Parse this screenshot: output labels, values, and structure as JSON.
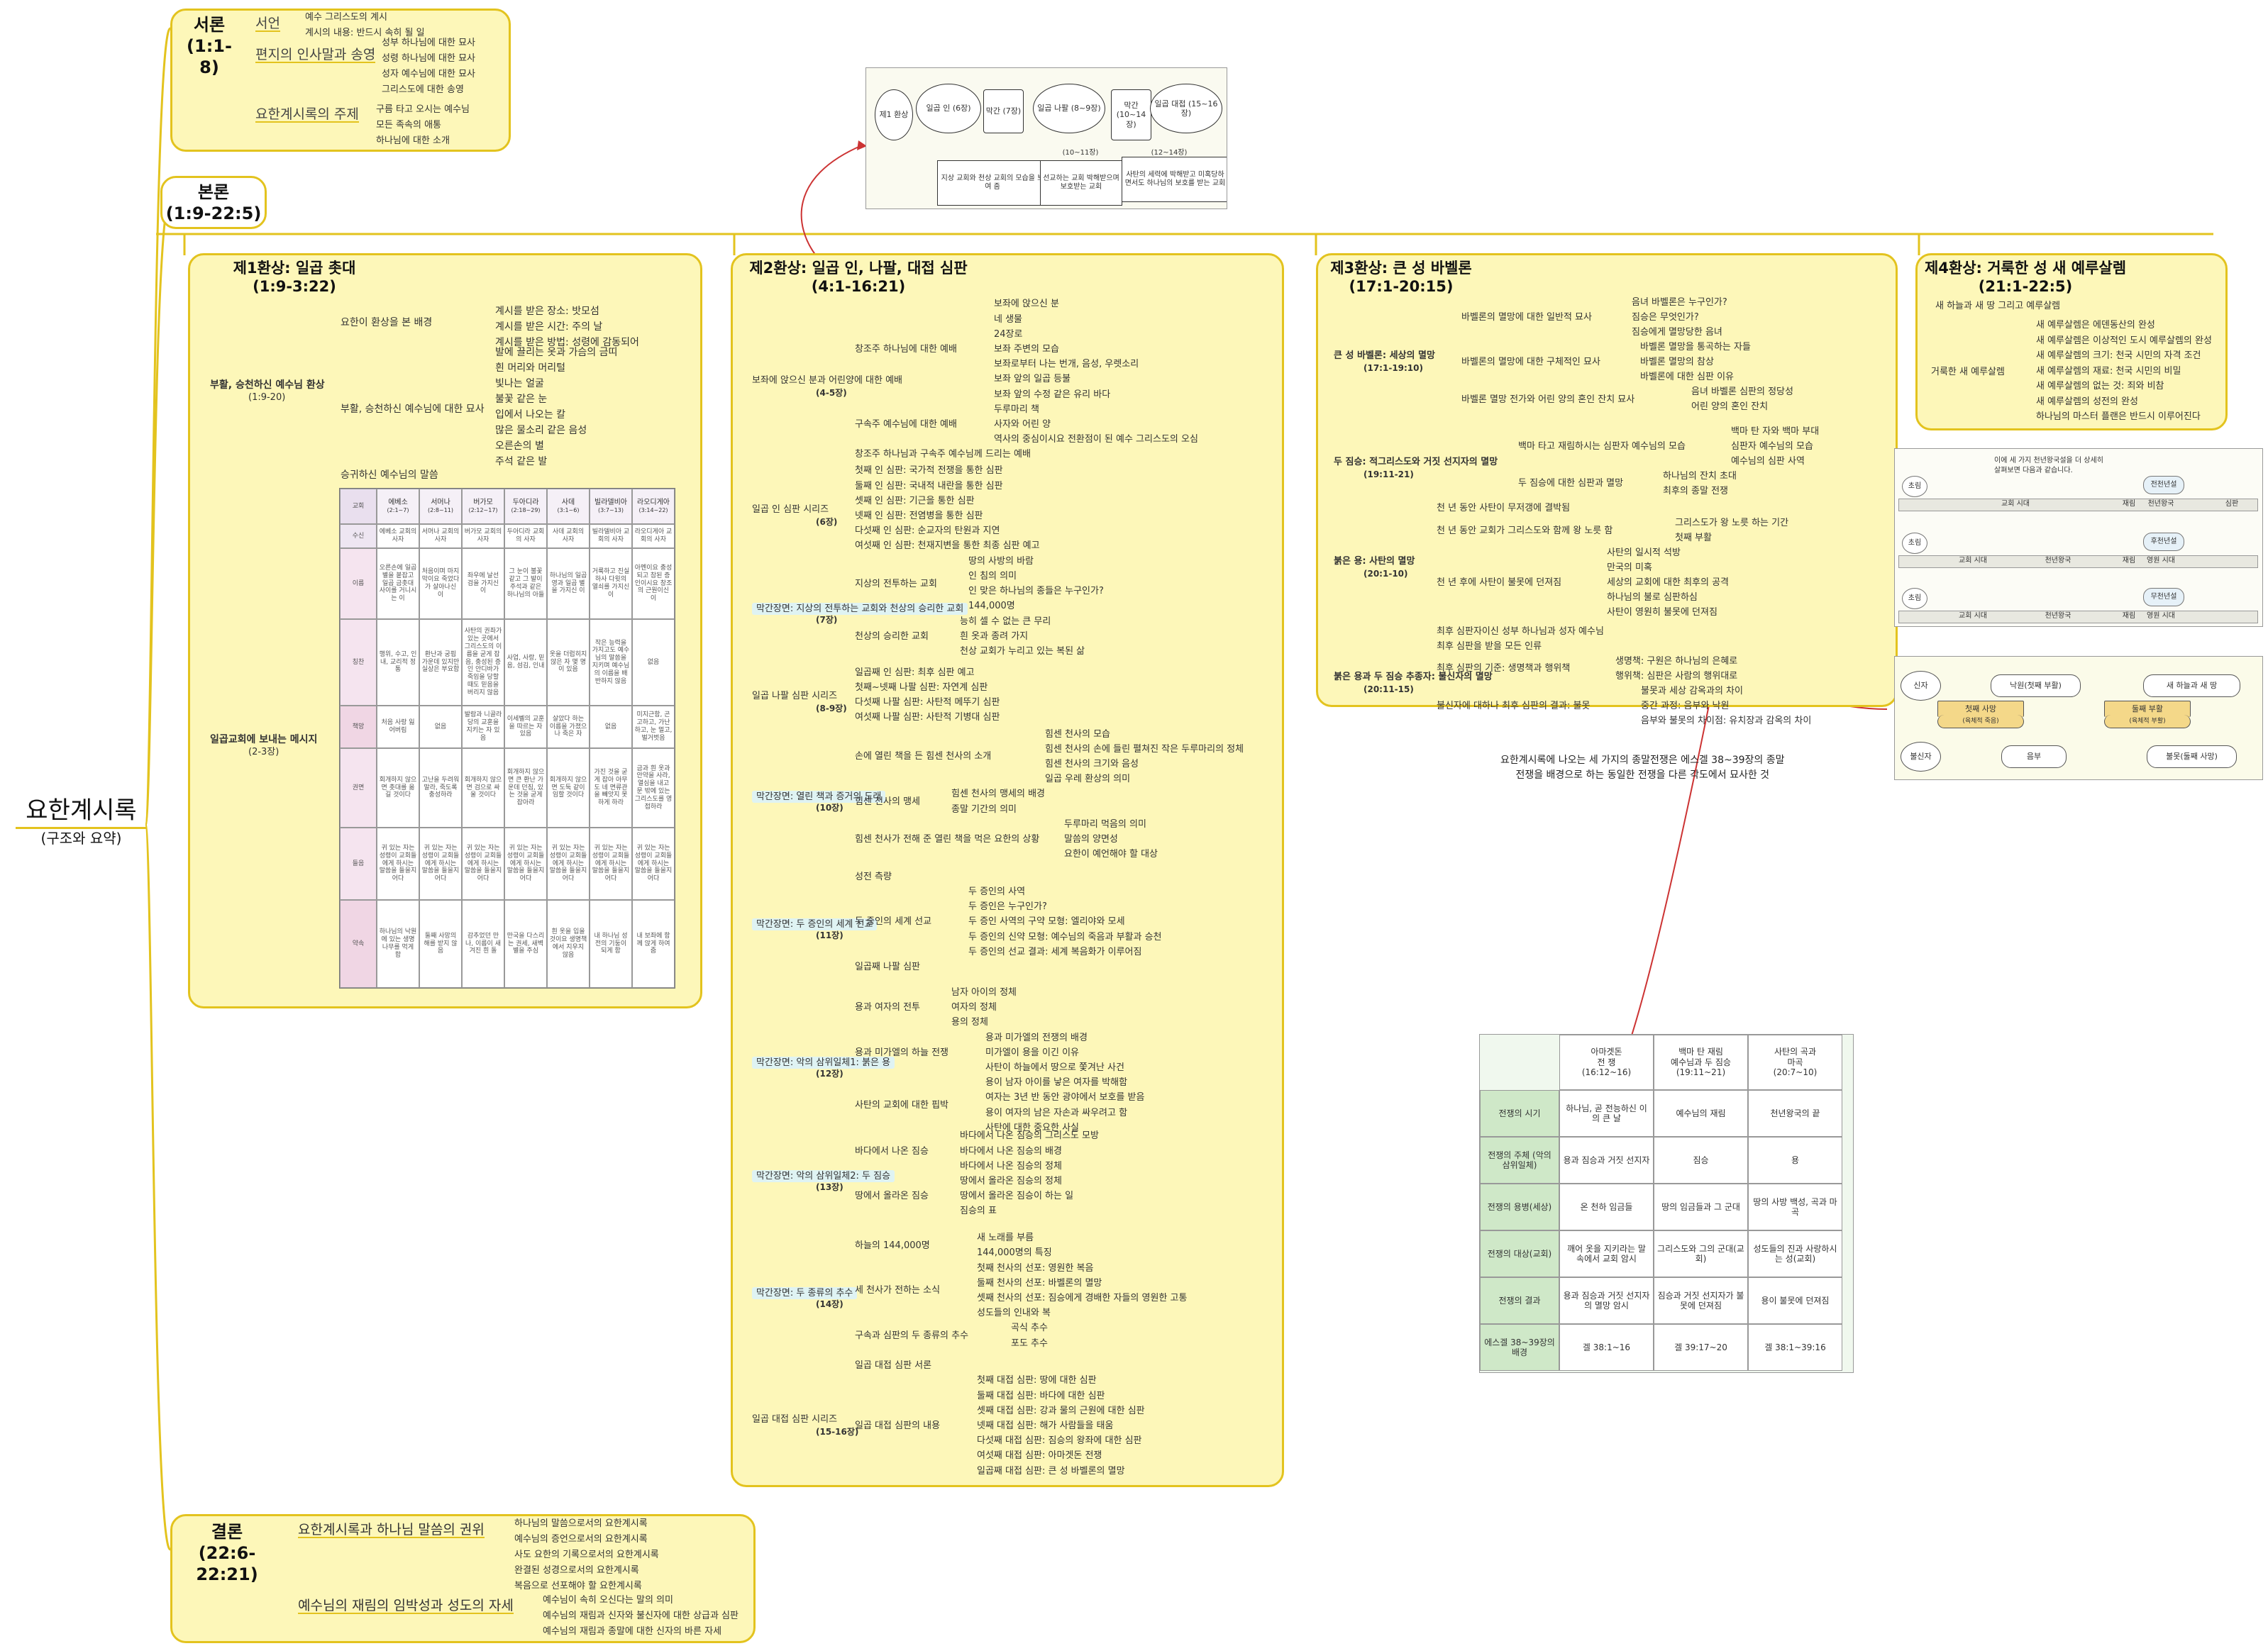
{
  "root": {
    "title": "요한계시록",
    "subtitle": "(구조와 요약)"
  },
  "prologue": {
    "title": "서론",
    "ref": "(1:1-8)",
    "items": [
      {
        "label": "서언",
        "children": [
          "예수 그리스도의 계시",
          "계시의 내용: 반드시 속히 될 일"
        ]
      },
      {
        "label": "편지의 인사말과 송영",
        "children": [
          "성부 하나님에 대한 묘사",
          "성령 하나님에 대한 묘사",
          "성자 예수님에 대한 묘사",
          "그리스도에 대한 송영"
        ]
      },
      {
        "label": "요한계시록의 주제",
        "children": [
          "구름 타고 오시는 예수님",
          "모든 족속의 애통",
          "하나님에 대한 소개"
        ]
      }
    ]
  },
  "main_body": {
    "title": "본론",
    "ref": "(1:9-22:5)"
  },
  "flow_diagram": {
    "nodes": [
      "제1 환상",
      "일곱 인 (6장)",
      "막간 (7장)",
      "일곱 나팔 (8~9장)",
      "막간 (10~14장)",
      "일곱 대접 (15~16장)"
    ],
    "notes": [
      "지상 교회와 천상 교회의 모습을 보여 줌",
      "(10~11장)",
      "(12~14장)",
      "선교하는 교회 박해받으며 보호받는 교회",
      "사탄의 세력에 박해받고 미혹당하면서도 하나님의 보호를 받는 교회"
    ]
  },
  "vision1": {
    "title": "제1환상: 일곱 촛대",
    "ref": "(1:9-3:22)",
    "a_label": "부활, 승천하신 예수님 환상",
    "a_ref": "(1:9-20)",
    "a_groups": [
      {
        "label": "요한이 환상을 본 배경",
        "children": [
          "계시를 받은 장소: 밧모섬",
          "계시를 받은 시간: 주의 날",
          "계시를 받은 방법: 성령에 감동되어"
        ]
      },
      {
        "label": "부활, 승천하신 예수님에 대한 묘사",
        "children": [
          "발에 끌리는 옷과 가슴의 금띠",
          "흰 머리와 머리털",
          "빛나는 얼굴",
          "불꽃 같은 눈",
          "입에서 나오는 칼",
          "많은 물소리 같은 음성",
          "오른손의 별",
          "주석 같은 발"
        ]
      },
      {
        "label": "승귀하신 예수님의 말씀",
        "children": []
      }
    ],
    "b_label": "일곱교회에 보내는 메시지",
    "b_ref": "(2-3장)",
    "table": {
      "corner": "교회",
      "columns": [
        [
          "에베소",
          "(2:1~7)"
        ],
        [
          "서머나",
          "(2:8~11)"
        ],
        [
          "버가모",
          "(2:12~17)"
        ],
        [
          "두아디라",
          "(2:18~29)"
        ],
        [
          "사데",
          "(3:1~6)"
        ],
        [
          "빌라델비아",
          "(3:7~13)"
        ],
        [
          "라오디게아",
          "(3:14~22)"
        ]
      ],
      "rows": [
        {
          "label": "수신",
          "cells": [
            "에베소 교회의 사자",
            "서머나 교회의 사자",
            "버가모 교회의 사자",
            "두아디라 교회의 사자",
            "사데 교회의 사자",
            "빌라델비아 교회의 사자",
            "라오디게아 교회의 사자"
          ]
        },
        {
          "label": "이름",
          "cells": [
            "오른손에 일곱 별을 붙잡고 일곱 금촛대 사이를 거니시는 이",
            "처음이며 마지막이요 죽었다가 살아나신 이",
            "좌우에 날선 검을 가지신 이",
            "그 눈이 불꽃 같고 그 발이 주석과 같은 하나님의 아들",
            "하나님의 일곱 영과 일곱 별을 가지신 이",
            "거룩하고 진실하사 다윗의 열쇠를 가지신 이",
            "아멘이요 충성되고 참된 증인이시요 창조의 근원이신 이"
          ]
        },
        {
          "label": "칭찬",
          "cells": [
            "행위, 수고, 인내, 교리적 정통",
            "환난과 궁핍 가운데 있지만 실상은 부요함",
            "사탄의 권좌가 있는 곳에서 그리스도의 이름을 굳게 잡음, 충성된 증인 안디바가 죽임을 당할 때도 믿음을 버리지 않음",
            "사업, 사랑, 믿음, 섬김, 인내",
            "옷을 더럽히지 않은 자 몇 명이 있음",
            "작은 능력을 가지고도 예수님의 말씀을 지키며 예수님의 이름을 배반하지 않음",
            "없음"
          ]
        },
        {
          "label": "책망",
          "cells": [
            "처음 사랑 잃어버림",
            "없음",
            "발람과 니골라당의 교훈을 지키는 자 있음",
            "이세벨의 교훈을 따르는 자 있음",
            "살았다 하는 이름을 가졌으나 죽은 자",
            "없음",
            "미지근함, 곤고하고, 가난하고, 눈 멀고, 벌거벗음"
          ]
        },
        {
          "label": "권면",
          "cells": [
            "회개하지 않으면 촛대를 옮길 것이다",
            "고난을 두려워 말라, 죽도록 충성하라",
            "회개하지 않으면 검으로 싸울 것이다",
            "회개하지 않으면 큰 환난 가운데 던짐, 있는 것을 굳게 잡아라",
            "회개하지 않으면 도둑 같이 임할 것이다",
            "가진 것을 굳게 잡아 아무도 네 면류관을 빼앗지 못하게 하라",
            "금과 흰 옷과 안약을 사라, 열심을 내고 문 밖에 있는 그리스도를 영접하라"
          ]
        },
        {
          "label": "들음",
          "cells": [
            "귀 있는 자는 성령이 교회들에게 하시는 말씀을 들을지어다",
            "귀 있는 자는 성령이 교회들에게 하시는 말씀을 들을지어다",
            "귀 있는 자는 성령이 교회들에게 하시는 말씀을 들을지어다",
            "귀 있는 자는 성령이 교회들에게 하시는 말씀을 들을지어다",
            "귀 있는 자는 성령이 교회들에게 하시는 말씀을 들을지어다",
            "귀 있는 자는 성령이 교회들에게 하시는 말씀을 들을지어다",
            "귀 있는 자는 성령이 교회들에게 하시는 말씀을 들을지어다"
          ]
        },
        {
          "label": "약속",
          "cells": [
            "하나님의 낙원에 있는 생명 나무를 먹게 함",
            "둘째 사망의 해를 받지 않음",
            "감추었던 만나, 이름이 새겨진 흰 돌",
            "만국을 다스리는 권세, 새벽별을 주심",
            "흰 옷을 입을 것이요 생명책에서 지우지 않음",
            "내 하나님 성전의 기둥이 되게 함",
            "내 보좌에 함께 앉게 하여 줌"
          ]
        }
      ]
    }
  },
  "vision2": {
    "title": "제2환상: 일곱 인, 나팔, 대접 심판",
    "ref": "(4:1-16:21)",
    "groups": [
      {
        "label": "보좌에 앉으신 분과 어린양에 대한 예배",
        "ref": "(4-5장)",
        "highlight": false,
        "subs": [
          {
            "label": "창조주 하나님에 대한 예배",
            "children": [
              "보좌에 앉으신 분",
              "네 생물",
              "24장로",
              "보좌 주변의 모습",
              "보좌로부터 나는 번개, 음성, 우렛소리",
              "보좌 앞의 일곱 등불",
              "보좌 앞의 수정 같은 유리 바다"
            ]
          },
          {
            "label": "구속주 예수님에 대한 예배",
            "children": [
              "두루마리 책",
              "사자와 어린 양",
              "역사의 중심이시요 전환점이 된 예수 그리스도의 오심"
            ]
          },
          {
            "label": "창조주 하나님과 구속주 예수님께 드리는 예배",
            "children": []
          }
        ]
      },
      {
        "label": "일곱 인 심판 시리즈",
        "ref": "(6장)",
        "highlight": false,
        "subs": [
          {
            "label": "첫째 인 심판: 국가적 전쟁을 통한 심판",
            "children": []
          },
          {
            "label": "둘째 인 심판: 국내적 내란을 통한 심판",
            "children": []
          },
          {
            "label": "셋째 인 심판: 기근을 통한 심판",
            "children": []
          },
          {
            "label": "넷째 인 심판: 전염병을 통한 심판",
            "children": []
          },
          {
            "label": "다섯째 인 심판: 순교자의 탄원과 지연",
            "children": []
          },
          {
            "label": "여섯째 인 심판: 천재지변을 통한 최종 심판 예고",
            "children": []
          }
        ]
      },
      {
        "label": "막간장면: 지상의 전투하는 교회와 천상의 승리한 교회",
        "ref": "(7장)",
        "highlight": true,
        "subs": [
          {
            "label": "지상의 전투하는 교회",
            "children": [
              "땅의 사방의 바람",
              "인 침의 의미",
              "인 맞은 하나님의 종들은 누구인가?",
              "144,000명"
            ]
          },
          {
            "label": "천상의 승리한 교회",
            "children": [
              "능히 셀 수 없는 큰 무리",
              "흰 옷과 종려 가지",
              "천상 교회가 누리고 있는 복된 삶"
            ]
          }
        ]
      },
      {
        "label": "일곱 나팔 심판 시리즈",
        "ref": "(8-9장)",
        "highlight": false,
        "subs": [
          {
            "label": "일곱째 인 심판: 최후 심판 예고",
            "children": []
          },
          {
            "label": "첫째~넷째 나팔 심판: 자연계 심판",
            "children": []
          },
          {
            "label": "다섯째 나팔 심판: 사탄적 메뚜기 심판",
            "children": []
          },
          {
            "label": "여섯째 나팔 심판: 사탄적 기병대 심판",
            "children": []
          }
        ]
      },
      {
        "label": "막간장면: 열린 책과 증거의 도래",
        "ref": "(10장)",
        "highlight": true,
        "subs": [
          {
            "label": "손에 열린 책을 든 힘센 천사의 소개",
            "children": [
              "힘센 천사의 모습",
              "힘센 천사의 손에 들린 펼쳐진 작은 두루마리의 정체",
              "힘센 천사의 크기와 음성",
              "일곱 우레 환상의 의미"
            ]
          },
          {
            "label": "힘센 천사의 맹세",
            "children": [
              "힘센 천사의 맹세의 배경",
              "종말 기간의 의미"
            ]
          },
          {
            "label": "힘센 천사가 전해 준 열린 책을 먹은 요한의 상황",
            "children": [
              "두루마리 먹음의 의미",
              "말씀의 양면성",
              "요한이 예언해야 할 대상"
            ]
          }
        ]
      },
      {
        "label": "막간장면: 두 증인의 세계 선교",
        "ref": "(11장)",
        "highlight": true,
        "subs": [
          {
            "label": "성전 측량",
            "children": []
          },
          {
            "label": "두 증인의 세계 선교",
            "children": [
              "두 증인의 사역",
              "두 증인은 누구인가?",
              "두 증인 사역의 구약 모형: 엘리야와 모세",
              "두 증인의 신약 모형: 예수님의 죽음과 부활과 승천",
              "두 증인의 선교 결과: 세계 복음화가 이루어짐"
            ]
          },
          {
            "label": "일곱째 나팔 심판",
            "children": []
          }
        ]
      },
      {
        "label": "막간장면: 악의 삼위일체1: 붉은 용",
        "ref": "(12장)",
        "highlight": true,
        "subs": [
          {
            "label": "용과 여자의 전투",
            "children": [
              "남자 아이의 정체",
              "여자의 정체",
              "용의 정체"
            ]
          },
          {
            "label": "용과 미가엘의 하늘 전쟁",
            "children": [
              "용과 미가엘의 전쟁의 배경",
              "미가엘이 용을 이긴 이유",
              "사탄이 하늘에서 땅으로 쫓겨난 사건"
            ]
          },
          {
            "label": "사탄의 교회에 대한 핍박",
            "children": [
              "용이 남자 아이를 낳은 여자를 박해함",
              "여자는 3년 반 동안 광야에서 보호를 받음",
              "용이 여자의 남은 자손과 싸우려고 함",
              "사탄에 대한 중요한 사실"
            ]
          }
        ]
      },
      {
        "label": "막간장면: 악의 삼위일체2: 두 짐승",
        "ref": "(13장)",
        "highlight": true,
        "subs": [
          {
            "label": "바다에서 나온 짐승",
            "children": [
              "바다에서 나온 짐승의 그리스도 모방",
              "바다에서 나온 짐승의 배경",
              "바다에서 나온 짐승의 정체"
            ]
          },
          {
            "label": "땅에서 올라온 짐승",
            "children": [
              "땅에서 올라온 짐승의 정체",
              "땅에서 올라온 짐승이 하는 일",
              "짐승의 표"
            ]
          }
        ]
      },
      {
        "label": "막간장면: 두 종류의 추수",
        "ref": "(14장)",
        "highlight": true,
        "subs": [
          {
            "label": "하늘의 144,000명",
            "children": [
              "새 노래를 부름",
              "144,000명의 특징"
            ]
          },
          {
            "label": "세 천사가 전하는 소식",
            "children": [
              "첫째 천사의 선포: 영원한 복음",
              "둘째 천사의 선포: 바벨론의 멸망",
              "셋째 천사의 선포: 짐승에게 경배한 자들의 영원한 고통",
              "성도들의 인내와 복"
            ]
          },
          {
            "label": "구속과 심판의 두 종류의 추수",
            "children": [
              "곡식 추수",
              "포도 추수"
            ]
          }
        ]
      },
      {
        "label": "일곱 대접 심판 시리즈",
        "ref": "(15-16장)",
        "highlight": false,
        "subs": [
          {
            "label": "일곱 대접 심판 서론",
            "children": []
          },
          {
            "label": "일곱 대접 심판의 내용",
            "children": [
              "첫째 대접 심판: 땅에 대한 심판",
              "둘째 대접 심판: 바다에 대한 심판",
              "셋째 대접 심판: 강과 물의 근원에 대한 심판",
              "넷째 대접 심판: 해가 사람들을 태움",
              "다섯째 대접 심판: 짐승의 왕좌에 대한 심판",
              "여섯째 대접 심판: 아마겟돈 전쟁",
              "일곱째 대접 심판: 큰 성 바벨론의 멸망"
            ]
          }
        ]
      }
    ]
  },
  "vision3": {
    "title": "제3환상: 큰 성 바벨론",
    "ref": "(17:1-20:15)",
    "groups": [
      {
        "label": "큰 성 바벨론: 세상의 멸망",
        "ref": "(17:1-19:10)",
        "subs": [
          {
            "label": "바벨론의 멸망에 대한 일반적 묘사",
            "children": [
              "음녀 바벨론은 누구인가?",
              "짐승은 무엇인가?",
              "짐승에게 멸망당한 음녀"
            ]
          },
          {
            "label": "바벨론의 멸망에 대한 구체적인 묘사",
            "children": [
              "바벨론 멸망을 통곡하는 자들",
              "바벨론 멸망의 참상",
              "바벨론에 대한 심판 이유"
            ]
          },
          {
            "label": "바벨론 멸망 전가와 어린 양의 혼인 잔치 묘사",
            "children": [
              "음녀 바벨론 심판의 정당성",
              "어린 양의 혼인 잔치"
            ]
          }
        ]
      },
      {
        "label": "두 짐승: 적그리스도와 거짓 선지자의 멸망",
        "ref": "(19:11-21)",
        "subs": [
          {
            "label": "백마 타고 재림하시는 심판자 예수님의 모습",
            "children": [
              "백마 탄 자와 백마 부대",
              "심판자 예수님의 모습",
              "예수님의 심판 사역"
            ]
          },
          {
            "label": "두 짐승에 대한 심판과 멸망",
            "children": [
              "하나님의 잔치 초대",
              "최후의 종말 전쟁"
            ]
          }
        ]
      },
      {
        "label": "붉은 용: 사탄의 멸망",
        "ref": "(20:1-10)",
        "subs": [
          {
            "label": "천 년 동안 사탄이 무저갱에 결박됨",
            "children": []
          },
          {
            "label": "천 년 동안 교회가 그리스도와 함께 왕 노릇 함",
            "children": [
              "그리스도가 왕 노릇 하는 기간",
              "첫째 부활"
            ]
          },
          {
            "label": "천 년 후에 사탄이 불못에 던져짐",
            "children": [
              "사탄의 일시적 석방",
              "만국의 미혹",
              "세상의 교회에 대한 최후의 공격",
              "하나님의 불로 심판하심",
              "사탄이 영원히 불못에 던져짐"
            ]
          }
        ]
      },
      {
        "label": "붉은 용과 두 짐승 추종자: 불신자의 멸망",
        "ref": "(20:11-15)",
        "subs": [
          {
            "label": "최후 심판자이신 성부 하나님과 성자 예수님",
            "children": []
          },
          {
            "label": "최후 심판을 받을 모든 인류",
            "children": []
          },
          {
            "label": "최후 심판의 기준: 생명책과 행위책",
            "children": [
              "생명책: 구원은 하나님의 은혜로",
              "행위책: 심판은 사람의 행위대로"
            ]
          },
          {
            "label": "불신자에 대하나 최후 심판의 결과: 불못",
            "children": [
              "불못과 세상 감옥과의 차이",
              "중간 과정: 음부와 낙원",
              "음부와 불못의 차이점: 유치장과 감옥의 차이"
            ]
          }
        ]
      }
    ],
    "note": [
      "요한계시록에 나오는 세 가지의 종말전쟁은 에스겔 38~39장의 종말",
      "전쟁을 배경으로 하는 동일한 전쟁을 다른 각도에서 묘사한 것"
    ]
  },
  "vision4": {
    "title": "제4환상: 거룩한 성 새 예루살렘",
    "ref": "(21:1-22:5)",
    "a": "새 하늘과 새 땅 그리고 예루살렘",
    "b": "거룩한 새 예루살렘",
    "children": [
      "새 예루살렘은 에덴동산의 완성",
      "새 예루살렘은 이상적인 도시 예루살렘의 완성",
      "새 예루살렘의 크기: 천국 시민의 자격 조건",
      "새 예루살렘의 재료: 천국 시민의 비밀",
      "새 예루살렘의 없는 것: 죄와 비참",
      "새 예루살렘의 성전의 완성",
      "하나님의 마스터 플랜은 반드시 이루어진다"
    ]
  },
  "millennium": {
    "note": [
      "이에 세 가지 천년왕국설을 더 상세히",
      "살펴보면 다음과 같습니다."
    ],
    "row1": [
      "초림",
      "교회 시대",
      "재림",
      "천년왕국",
      "심판"
    ],
    "row1_tag": "전천년설",
    "row2": [
      "초림",
      "교회 시대",
      "천년왕국",
      "재림",
      "영원 시대"
    ],
    "row2_tag": "후천년설",
    "row3": [
      "초림",
      "교회 시대",
      "천년왕국",
      "재림",
      "영원 시대"
    ],
    "row3_tag": "무천년설"
  },
  "fate": {
    "nodes": [
      "신자",
      "낙원(첫째 부활)",
      "새 하늘과 새 땅",
      "첫째 사망",
      "(육체적 죽음)",
      "둘째 부활",
      "(육체적 부활)",
      "불신자",
      "음부",
      "불못(둘째 사망)"
    ]
  },
  "war_table": {
    "columns": [
      [
        "아마겟돈",
        "전 쟁",
        "(16:12~16)"
      ],
      [
        "백마 탄 재림",
        "예수님과 두 짐승",
        "(19:11~21)"
      ],
      [
        "사탄의 곡과",
        "마곡",
        "(20:7~10)"
      ]
    ],
    "rows": [
      {
        "label": "전쟁의 시기",
        "cells": [
          "하나님, 곧 전능하신 이의 큰 날",
          "예수님의 재림",
          "천년왕국의 끝"
        ]
      },
      {
        "label": "전쟁의 주체 (악의 삼위일체)",
        "cells": [
          "용과 짐승과 거짓 선지자",
          "짐승",
          "용"
        ]
      },
      {
        "label": "전쟁의 용병(세상)",
        "cells": [
          "온 천하 임금들",
          "땅의 임금들과 그 군대",
          "땅의 사방 백성, 곡과 마곡"
        ]
      },
      {
        "label": "전쟁의 대상(교회)",
        "cells": [
          "깨어 옷을 지키라는 말 속에서 교회 암시",
          "그리스도와 그의 군대(교회)",
          "성도들의 진과 사랑하시는 성(교회)"
        ]
      },
      {
        "label": "전쟁의 결과",
        "cells": [
          "용과 짐승과 거짓 선지자의 멸망 암시",
          "짐승과 거짓 선지자가 불못에 던져짐",
          "용이 불못에 던져짐"
        ]
      },
      {
        "label": "에스겔 38~39장의 배경",
        "cells": [
          "겔 38:1~16",
          "겔 39:17~20",
          "겔 38:1~39:16"
        ]
      }
    ]
  },
  "epilogue": {
    "title": "결론",
    "ref": "(22:6-22:21)",
    "groups": [
      {
        "label": "요한계시록과 하나님 말씀의 권위",
        "children": [
          "하나님의 말씀으로서의 요한계시록",
          "예수님의 증언으로서의 요한계시록",
          "사도 요한의 기록으로서의 요한계시록",
          "완결된 성경으로서의 요한계시록",
          "복음으로 선포해야 할 요한계시록"
        ]
      },
      {
        "label": "예수님의 재림의 임박성과 성도의 자세",
        "children": [
          "예수님이 속히 오신다는 말의 의미",
          "예수님의 재림과 신자와 불신자에 대한 상급과 심판",
          "예수님의 재림과 종말에 대한 신자의 바른 자세"
        ]
      }
    ]
  }
}
